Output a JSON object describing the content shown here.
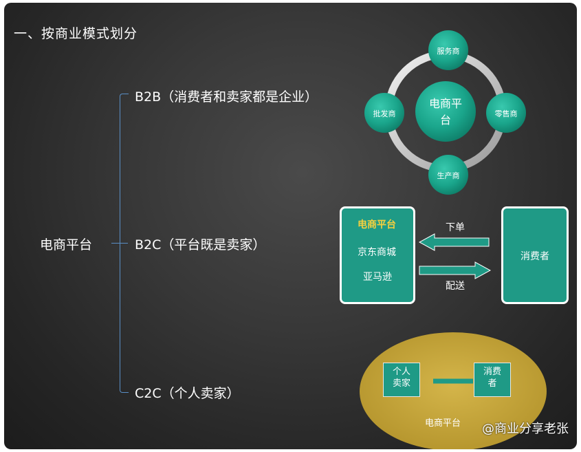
{
  "heading": "一、按商业模式划分",
  "tree": {
    "root": "电商平台",
    "branches": [
      "B2B（消费者和卖家都是企业）",
      "B2C（平台既是卖家）",
      "C2C（个人卖家）"
    ]
  },
  "ecosystem": {
    "center": [
      "电商平",
      "台"
    ],
    "top": "服务商",
    "left": "批发商",
    "right": "零售商",
    "bottom": "生产商"
  },
  "b2c_flow": {
    "left_box": {
      "title": "电商平台",
      "items": [
        "京东商城",
        "亚马逊"
      ]
    },
    "right_box": "消费者",
    "arrow_order": "下单",
    "arrow_delivery": "配送"
  },
  "c2c_flow": {
    "seller": [
      "个人",
      "卖家"
    ],
    "consumer": [
      "消费",
      "者"
    ],
    "platform": "电商平台"
  },
  "watermark": "@商业分享老张",
  "colors": {
    "teal": "#1f9a86",
    "ellipse": "#c9a93c",
    "bracket": "#5a8fc6",
    "highlight": "#f4d03f"
  }
}
